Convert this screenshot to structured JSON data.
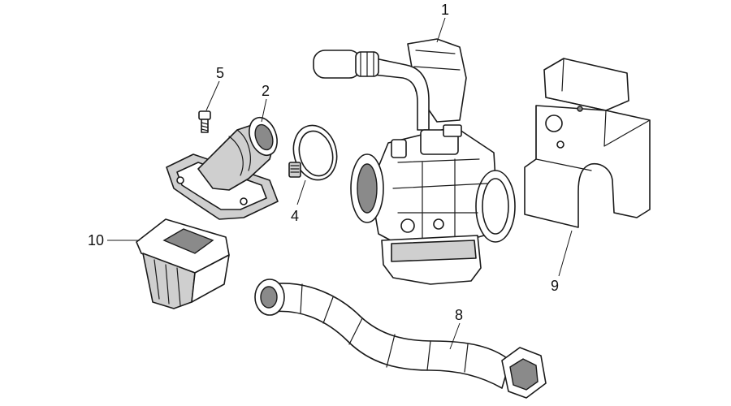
{
  "callouts": {
    "c1": "1",
    "c2": "2",
    "c4": "4",
    "c5": "5",
    "c8": "8",
    "c9": "9",
    "c10": "10"
  },
  "colors": {
    "line": "#1a1a1a",
    "shade": "#cfcfcf",
    "background": "#ffffff"
  }
}
